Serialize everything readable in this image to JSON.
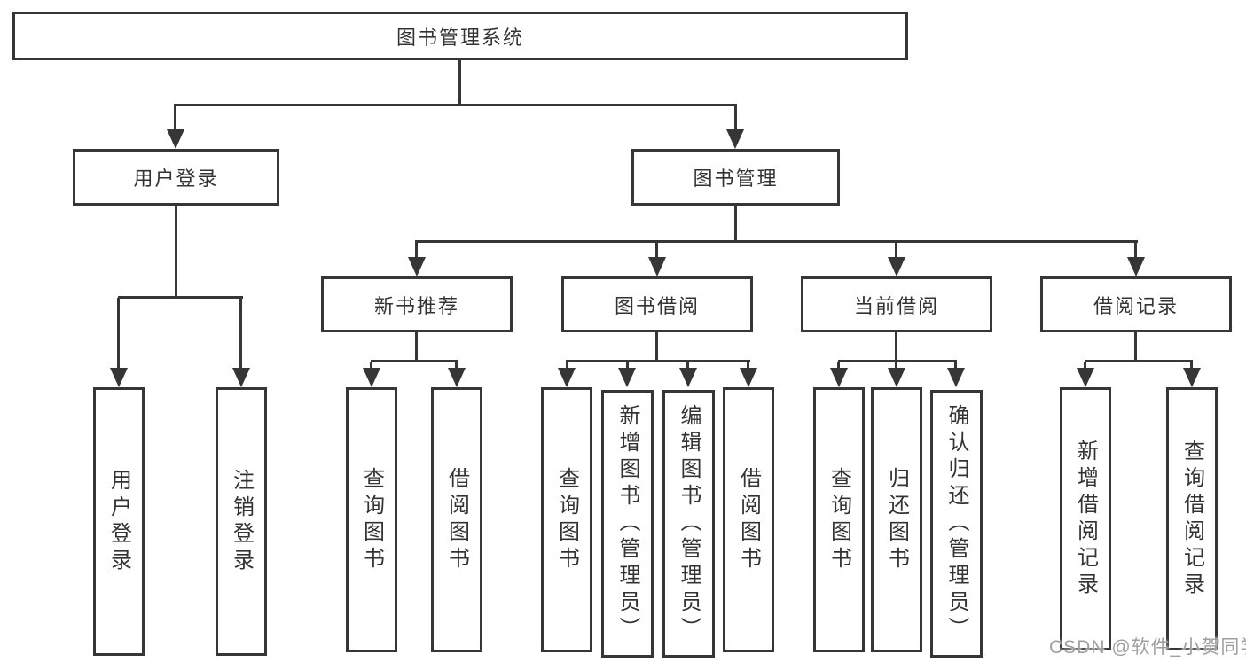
{
  "colors": {
    "line": "#363636",
    "text": "#333333",
    "watermark": "#9e9e9e",
    "background": "#ffffff"
  },
  "nodes": {
    "root": "图书管理系统",
    "user_login": "用户登录",
    "book_management": "图书管理",
    "new_book_recommend": "新书推荐",
    "book_borrowing": "图书借阅",
    "current_borrowing": "当前借阅",
    "borrowing_records": "借阅记录",
    "login_leaf_user_login": "用户登录",
    "login_leaf_logout": "注销登录",
    "recommend_leaf_query_books": "查询图书",
    "recommend_leaf_borrow_books": "借阅图书",
    "borrowing_leaf_query_books": "查询图书",
    "borrowing_leaf_add_books_admin": "新增图书（管理员）",
    "borrowing_leaf_edit_books_admin": "编辑图书（管理员）",
    "borrowing_leaf_borrow_books": "借阅图书",
    "current_leaf_query_books": "查询图书",
    "current_leaf_return_books": "归还图书",
    "current_leaf_confirm_return_admin": "确认归还（管理员）",
    "records_leaf_add_record": "新增借阅记录",
    "records_leaf_query_record": "查询借阅记录"
  },
  "watermark": {
    "text": "CSDN @软件_小贺同学"
  }
}
